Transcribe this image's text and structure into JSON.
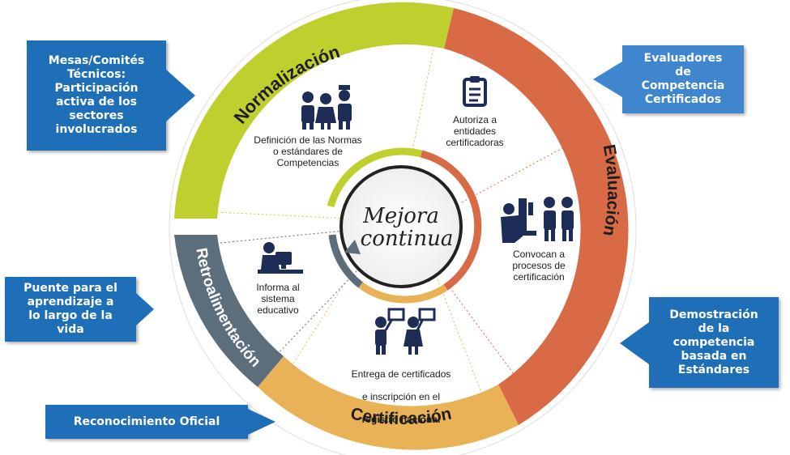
{
  "colors": {
    "normalizacion": "#bfd02e",
    "evaluacion": "#d86a45",
    "certificacion": "#e9b257",
    "retroalimentacion": "#5c6d7b",
    "callout": "#1f6fb8",
    "icons": "#1d2d57"
  },
  "ring_labels": {
    "normalizacion": "Normalización",
    "evaluacion": "Evaluación",
    "certificacion": "Certificación",
    "retroalimentacion": "Retroalimentación"
  },
  "center": {
    "line1": "Mejora",
    "line2": "continua"
  },
  "segments": {
    "normas": "Definición de las Normas\no estándares de\nCompetencias",
    "autoriza": "Autoriza a\nentidades\ncertificadoras",
    "convocan": "Convocan a\nprocesos de\ncertificación",
    "entrega_line1": "Entrega de certificados",
    "entrega_line2": "e inscripción en el",
    "entrega_line3": "registro nacional",
    "informa": "Informa al\nsistema\neducativo"
  },
  "icons": {
    "normas": "three-workers-icon",
    "autoriza": "clipboard-icon",
    "convocan": "workers-with-machine-icon",
    "entrega": "people-holding-certificates-icon",
    "informa": "person-at-computer-icon"
  },
  "callouts": {
    "mesas": "Mesas/Comités\nTécnicos:\nParticipación\nactiva  de los\nsectores\ninvolucrados",
    "evaluadores": "Evaluadores\nde\nCompetencia\nCertificados",
    "puente": "Puente para el\naprendizaje a\nlo largo de la\nvida",
    "demostracion": "Demostración\nde la\ncompetencia\nbasada en\nEstándares",
    "reconocimiento": "Reconocimiento Oficial"
  }
}
